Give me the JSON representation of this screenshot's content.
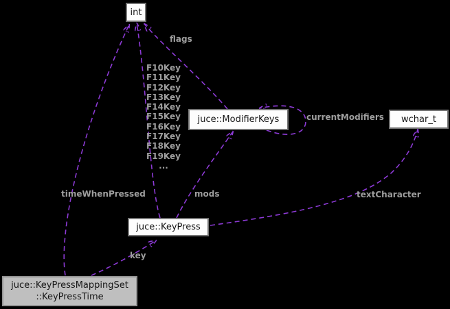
{
  "diagram_type": "collaboration-graph",
  "colors": {
    "background": "#000000",
    "arrow": "#8d3ad6",
    "edge_label": "#9e9e9e",
    "node_fill": "#fdfdfd",
    "node_border": "#757575",
    "current_node_fill": "#bfbfbf",
    "current_node_border": "#969696"
  },
  "nodes": {
    "int": {
      "label": "int"
    },
    "modifier_keys": {
      "label": "juce::ModifierKeys"
    },
    "wchar_t": {
      "label": "wchar_t"
    },
    "key_press": {
      "label": "juce::KeyPress"
    },
    "key_press_time": {
      "line1": "juce::KeyPressMappingSet",
      "line2": "::KeyPressTime"
    }
  },
  "edge_labels": {
    "flags": "flags",
    "current_modifiers": "currentModifiers",
    "time_when_pressed": "timeWhenPressed",
    "mods": "mods",
    "text_character": "textCharacter",
    "key": "key",
    "fkeys": [
      "F10Key",
      "F11Key",
      "F12Key",
      "F13Key",
      "F14Key",
      "F15Key",
      "F16Key",
      "F17Key",
      "F18Key",
      "F19Key",
      "..."
    ]
  },
  "edges": [
    {
      "from": "juce::ModifierKeys",
      "to": "int",
      "label": "flags"
    },
    {
      "from": "juce::KeyPress",
      "to": "int",
      "label": "F10Key F11Key F12Key F13Key F14Key F15Key F16Key F17Key F18Key F19Key ..."
    },
    {
      "from": "juce::KeyPressMappingSet::KeyPressTime",
      "to": "int",
      "label": "timeWhenPressed"
    },
    {
      "from": "juce::KeyPress",
      "to": "juce::ModifierKeys",
      "label": "mods"
    },
    {
      "from": "juce::ModifierKeys",
      "to": "juce::ModifierKeys",
      "label": "currentModifiers"
    },
    {
      "from": "juce::KeyPress",
      "to": "wchar_t",
      "label": "textCharacter"
    },
    {
      "from": "juce::KeyPressMappingSet::KeyPressTime",
      "to": "juce::KeyPress",
      "label": "key"
    }
  ]
}
